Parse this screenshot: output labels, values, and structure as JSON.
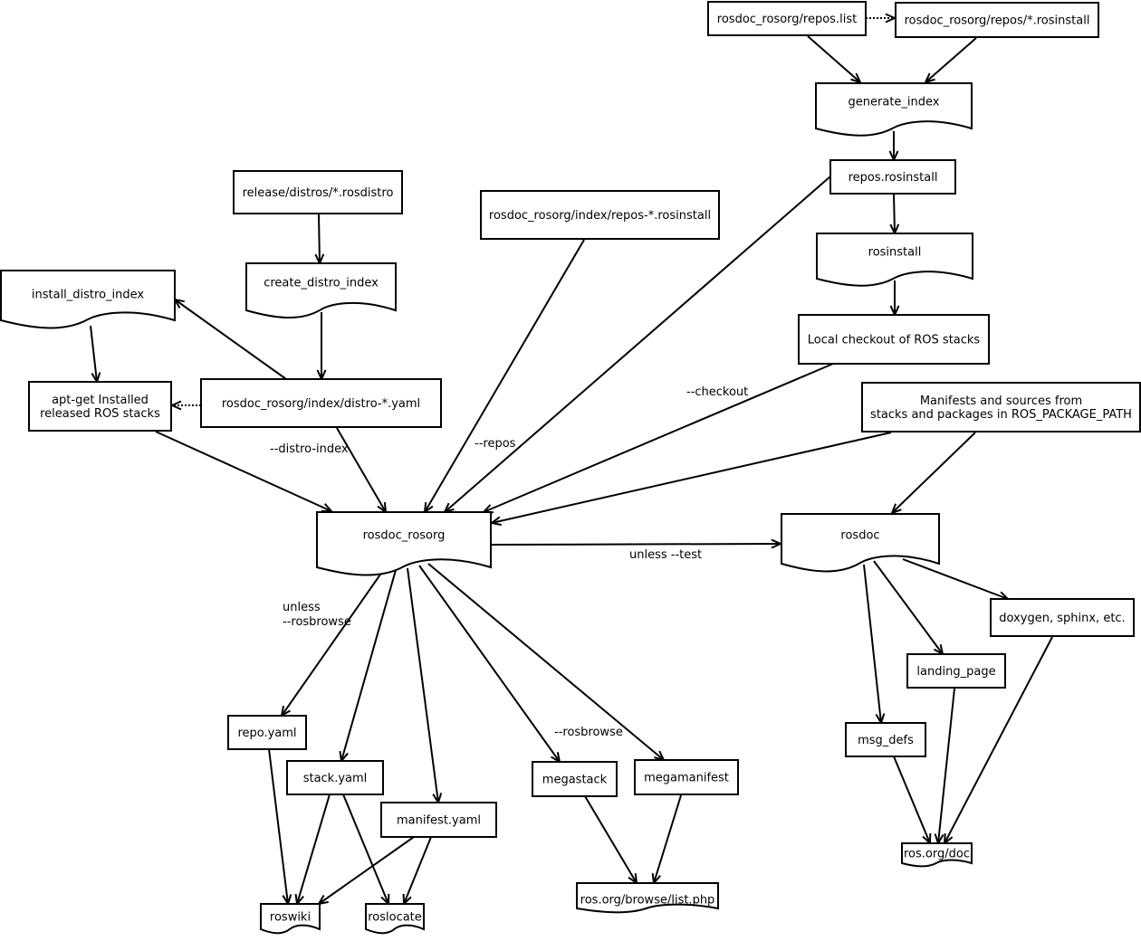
{
  "diagram": {
    "nodes": [
      {
        "id": "repos_list",
        "label": "rosdoc_rosorg/repos.list",
        "shape": "box"
      },
      {
        "id": "repos_rosinstall_glob",
        "label": "rosdoc_rosorg/repos/*.rosinstall",
        "shape": "box"
      },
      {
        "id": "generate_index",
        "label": "generate_index",
        "shape": "document"
      },
      {
        "id": "repos_rosinstall",
        "label": "repos.rosinstall",
        "shape": "box"
      },
      {
        "id": "rosinstall",
        "label": "rosinstall",
        "shape": "document"
      },
      {
        "id": "local_checkout",
        "label": "Local checkout of ROS stacks",
        "shape": "box"
      },
      {
        "id": "rosdistro",
        "label": "release/distros/*.rosdistro",
        "shape": "box"
      },
      {
        "id": "create_distro_index",
        "label": "create_distro_index",
        "shape": "document"
      },
      {
        "id": "index_repos",
        "label": "rosdoc_rosorg/index/repos-*.rosinstall",
        "shape": "box"
      },
      {
        "id": "install_distro_index",
        "label": "install_distro_index",
        "shape": "document"
      },
      {
        "id": "apt_get",
        "label": "apt-get Installed\nreleased ROS stacks",
        "shape": "box"
      },
      {
        "id": "distro_yaml",
        "label": "rosdoc_rosorg/index/distro-*.yaml",
        "shape": "box"
      },
      {
        "id": "manifests_sources",
        "label": "Manifests and sources from\nstacks and packages in ROS_PACKAGE_PATH",
        "shape": "box"
      },
      {
        "id": "rosdoc_rosorg",
        "label": "rosdoc_rosorg",
        "shape": "document"
      },
      {
        "id": "rosdoc",
        "label": "rosdoc",
        "shape": "document"
      },
      {
        "id": "doxygen",
        "label": "doxygen, sphinx, etc.",
        "shape": "box"
      },
      {
        "id": "landing_page",
        "label": "landing_page",
        "shape": "box"
      },
      {
        "id": "msg_defs",
        "label": "msg_defs",
        "shape": "box"
      },
      {
        "id": "ros_org_doc",
        "label": "ros.org/doc",
        "shape": "document"
      },
      {
        "id": "repo_yaml",
        "label": "repo.yaml",
        "shape": "box"
      },
      {
        "id": "stack_yaml",
        "label": "stack.yaml",
        "shape": "box"
      },
      {
        "id": "manifest_yaml",
        "label": "manifest.yaml",
        "shape": "box"
      },
      {
        "id": "megastack",
        "label": "megastack",
        "shape": "box"
      },
      {
        "id": "megamanifest",
        "label": "megamanifest",
        "shape": "box"
      },
      {
        "id": "list_php",
        "label": "ros.org/browse/list.php",
        "shape": "document"
      },
      {
        "id": "roswiki",
        "label": "roswiki",
        "shape": "document"
      },
      {
        "id": "roslocate",
        "label": "roslocate",
        "shape": "document"
      }
    ],
    "edges": [
      {
        "from": "repos_list",
        "to": "repos_rosinstall_glob",
        "style": "dotted",
        "label": ""
      },
      {
        "from": "repos_list",
        "to": "generate_index",
        "style": "solid",
        "label": ""
      },
      {
        "from": "repos_rosinstall_glob",
        "to": "generate_index",
        "style": "solid",
        "label": ""
      },
      {
        "from": "generate_index",
        "to": "repos_rosinstall",
        "style": "solid",
        "label": ""
      },
      {
        "from": "repos_rosinstall",
        "to": "rosinstall",
        "style": "solid",
        "label": ""
      },
      {
        "from": "rosinstall",
        "to": "local_checkout",
        "style": "solid",
        "label": ""
      },
      {
        "from": "rosdistro",
        "to": "create_distro_index",
        "style": "solid",
        "label": ""
      },
      {
        "from": "create_distro_index",
        "to": "distro_yaml",
        "style": "solid",
        "label": ""
      },
      {
        "from": "distro_yaml",
        "to": "install_distro_index",
        "style": "solid",
        "label": ""
      },
      {
        "from": "install_distro_index",
        "to": "apt_get",
        "style": "solid",
        "label": ""
      },
      {
        "from": "distro_yaml",
        "to": "apt_get",
        "style": "dotted",
        "label": ""
      },
      {
        "from": "apt_get",
        "to": "rosdoc_rosorg",
        "style": "solid",
        "label": ""
      },
      {
        "from": "distro_yaml",
        "to": "rosdoc_rosorg",
        "style": "solid",
        "label": "--distro-index"
      },
      {
        "from": "index_repos",
        "to": "rosdoc_rosorg",
        "style": "solid",
        "label": "--repos"
      },
      {
        "from": "repos_rosinstall",
        "to": "rosdoc_rosorg",
        "style": "solid",
        "label": ""
      },
      {
        "from": "local_checkout",
        "to": "rosdoc_rosorg",
        "style": "solid",
        "label": "--checkout"
      },
      {
        "from": "manifests_sources",
        "to": "rosdoc_rosorg",
        "style": "solid",
        "label": ""
      },
      {
        "from": "manifests_sources",
        "to": "rosdoc",
        "style": "solid",
        "label": ""
      },
      {
        "from": "rosdoc_rosorg",
        "to": "rosdoc",
        "style": "solid",
        "label": "unless --test"
      },
      {
        "from": "rosdoc",
        "to": "doxygen",
        "style": "solid",
        "label": ""
      },
      {
        "from": "rosdoc",
        "to": "landing_page",
        "style": "solid",
        "label": ""
      },
      {
        "from": "rosdoc",
        "to": "msg_defs",
        "style": "solid",
        "label": ""
      },
      {
        "from": "msg_defs",
        "to": "ros_org_doc",
        "style": "solid",
        "label": ""
      },
      {
        "from": "landing_page",
        "to": "ros_org_doc",
        "style": "solid",
        "label": ""
      },
      {
        "from": "doxygen",
        "to": "ros_org_doc",
        "style": "solid",
        "label": ""
      },
      {
        "from": "rosdoc_rosorg",
        "to": "repo_yaml",
        "style": "solid",
        "label": "unless\n--rosbrowse"
      },
      {
        "from": "rosdoc_rosorg",
        "to": "stack_yaml",
        "style": "solid",
        "label": ""
      },
      {
        "from": "rosdoc_rosorg",
        "to": "manifest_yaml",
        "style": "solid",
        "label": ""
      },
      {
        "from": "rosdoc_rosorg",
        "to": "megastack",
        "style": "solid",
        "label": "--rosbrowse"
      },
      {
        "from": "rosdoc_rosorg",
        "to": "megamanifest",
        "style": "solid",
        "label": ""
      },
      {
        "from": "megastack",
        "to": "list_php",
        "style": "solid",
        "label": ""
      },
      {
        "from": "megamanifest",
        "to": "list_php",
        "style": "solid",
        "label": ""
      },
      {
        "from": "repo_yaml",
        "to": "roswiki",
        "style": "solid",
        "label": ""
      },
      {
        "from": "stack_yaml",
        "to": "roswiki",
        "style": "solid",
        "label": ""
      },
      {
        "from": "stack_yaml",
        "to": "roslocate",
        "style": "solid",
        "label": ""
      },
      {
        "from": "manifest_yaml",
        "to": "roswiki",
        "style": "solid",
        "label": ""
      },
      {
        "from": "manifest_yaml",
        "to": "roslocate",
        "style": "solid",
        "label": ""
      }
    ]
  }
}
